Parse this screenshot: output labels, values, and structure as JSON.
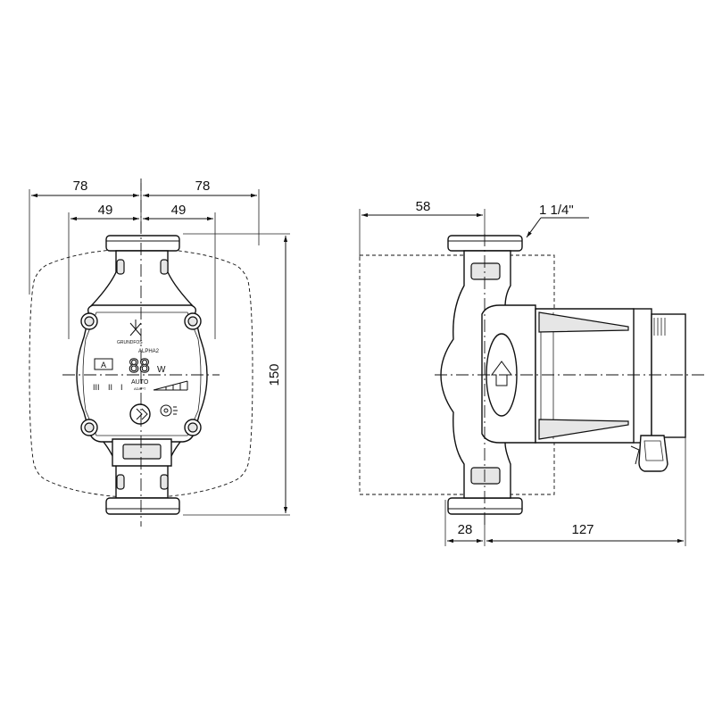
{
  "front_view": {
    "dim_outer_left": "78",
    "dim_outer_right": "78",
    "dim_inner_left": "49",
    "dim_inner_right": "49",
    "dim_height": "150",
    "brand": "GRUNDFOS",
    "model": "ALPHA2",
    "display_value": "88",
    "display_unit": "W",
    "mode_label": "AUTO",
    "mode_sublabel": "ADAPT",
    "mode_badge": "A",
    "speed_marks": [
      "III",
      "II",
      "I"
    ]
  },
  "side_view": {
    "dim_top": "58",
    "thread": "1 1/4\"",
    "dim_bottom_left": "28",
    "dim_bottom_right": "127"
  }
}
